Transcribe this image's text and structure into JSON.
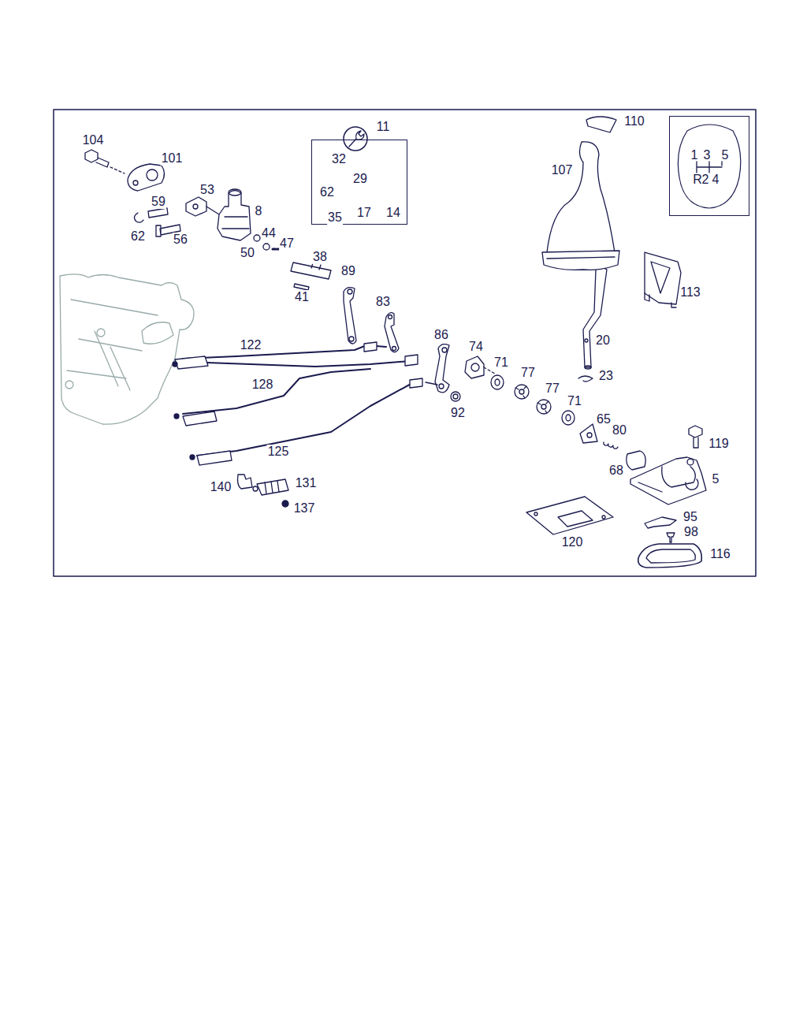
{
  "diagram": {
    "nodes": [
      {
        "text": [
          "11",
          "32",
          "29",
          "62",
          "35",
          "17",
          "14"
        ]
      },
      {
        "text": [
          "1",
          "3",
          "5",
          "R",
          "2",
          "4"
        ]
      }
    ],
    "labels": [
      "104",
      "101",
      "53",
      "59",
      "8",
      "62",
      "56",
      "44",
      "50",
      "47",
      "38",
      "89",
      "41",
      "83",
      "122",
      "128",
      "125",
      "86",
      "74",
      "71",
      "77",
      "77",
      "71",
      "65",
      "80",
      "92",
      "20",
      "23",
      "110",
      "107",
      "113",
      "119",
      "5",
      "68",
      "140",
      "131",
      "137",
      "95",
      "98",
      "120",
      "116"
    ]
  }
}
